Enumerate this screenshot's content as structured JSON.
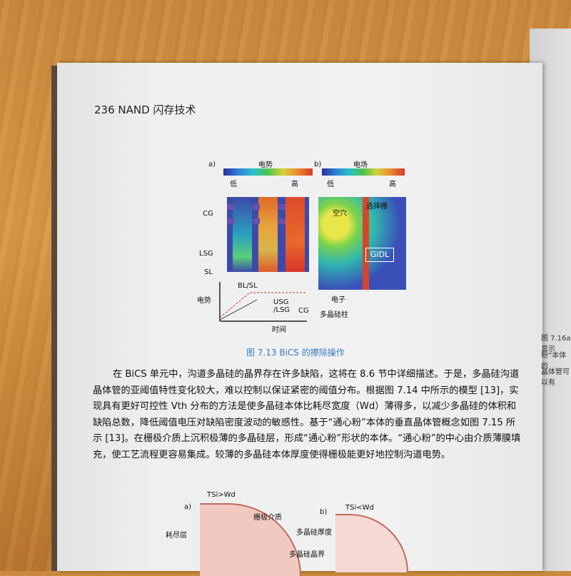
{
  "header": {
    "page_title": "236  NAND 闪存技术"
  },
  "figure": {
    "label_a": "a)",
    "label_b": "b)",
    "potential": "电势",
    "field": "电场",
    "low": "低",
    "high": "高",
    "cg": "CG",
    "lsg": "LSG",
    "sl": "SL",
    "hole": "空穴",
    "select_gate": "选择栅",
    "gidl": "GIDL",
    "electron": "电子",
    "poly_pillar": "多晶硅柱",
    "bl_sl": "BL/SL",
    "usg_lsg": "USG\n/LSG",
    "cg2": "CG",
    "y_axis": "电势",
    "x_axis": "时间",
    "caption": "图 7.13   BiCS 的擦除操作"
  },
  "body_text": "在 BiCS 单元中，沟道多晶硅的晶界存在许多缺陷，这将在 8.6 节中详细描述。于是，多晶硅沟道晶体管的亚阈值特性变化较大，难以控制以保证紧密的阈值分布。根据图 7.14 中所示的模型 [13]，实现具有更好可控性 Vth 分布的方法是使多晶硅本体比耗尽宽度（Wd）薄得多，以减少多晶硅的体积和缺陷总数，降低阈值电压对缺陷密度波动的敏感性。基于“通心粉”本体的垂直晶体管概念如图 7.15 所示 [13]。在栅极介质上沉积极薄的多晶硅层，形成“通心粉”形状的本体。“通心粉”的中心由介质薄膜填充，使工艺流程更容易集成。较薄的多晶硅本体厚度使得栅极能更好地控制沟道电势。",
  "figure2": {
    "a": "a)",
    "tsi_a": "TSi>Wd",
    "gate_dielectric": "栅极介质",
    "depletion": "耗尽层",
    "b": "b)",
    "tsi_b": "TSi<Wd",
    "poly_thickness": "多晶硅厚度",
    "grain_boundary": "多晶硅晶界"
  },
  "side_page": {
    "t1": "图 7.16a 显示",
    "t2": "粉”本体的",
    "t3": "晶体管可以有"
  }
}
